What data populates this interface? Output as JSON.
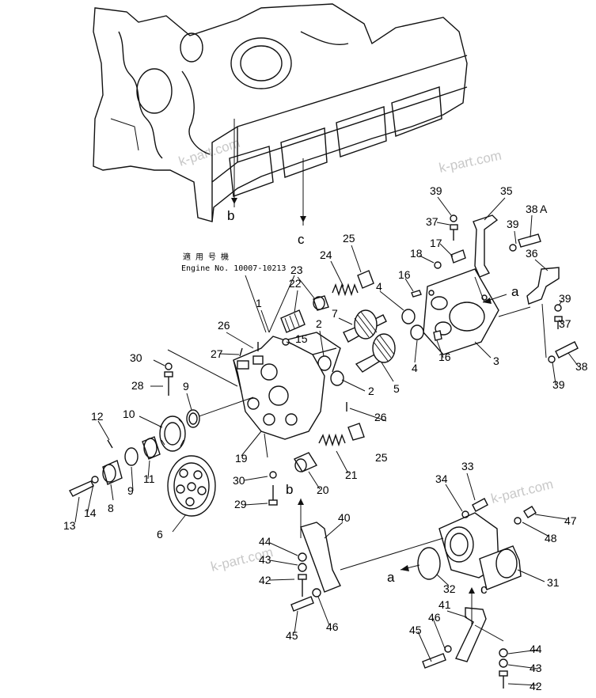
{
  "applicability_note": {
    "line1": "適 用 号 機",
    "line2": "Engine No. 10007-10213"
  },
  "watermark": "k-part.com",
  "view_letters": [
    "a",
    "b",
    "c"
  ],
  "view_letter_A": "A",
  "part_numbers": [
    "1",
    "2",
    "3",
    "4",
    "5",
    "6",
    "7",
    "8",
    "9",
    "10",
    "11",
    "12",
    "13",
    "14",
    "15",
    "16",
    "17",
    "18",
    "19",
    "20",
    "21",
    "22",
    "23",
    "24",
    "25",
    "26",
    "27",
    "28",
    "29",
    "30",
    "31",
    "32",
    "33",
    "34",
    "35",
    "36",
    "37",
    "38",
    "39",
    "40",
    "41",
    "42",
    "43",
    "44",
    "45",
    "46",
    "47",
    "48"
  ]
}
